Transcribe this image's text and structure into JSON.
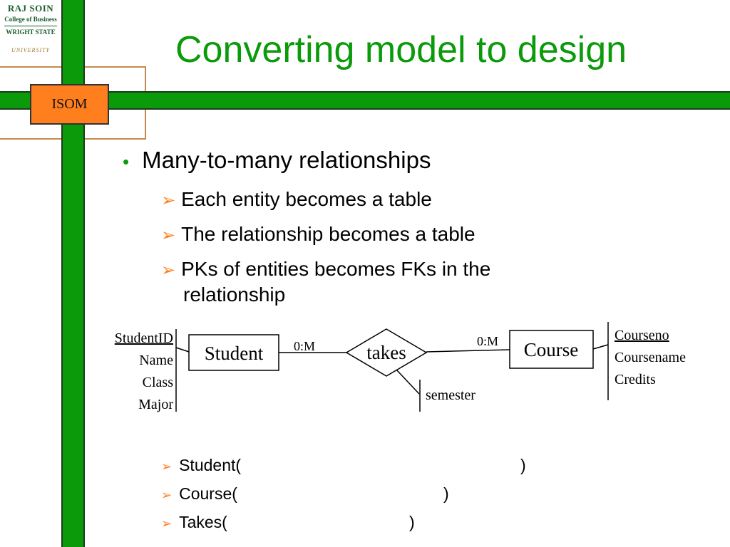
{
  "logo": {
    "line1": "RAJ SOIN",
    "line2": "College of Business",
    "line3": "WRIGHT STATE",
    "line4": "UNIVERSITY"
  },
  "frame": {
    "label": "ISOM"
  },
  "slide": {
    "title": "Converting model to design",
    "bullet": "Many-to-many relationships",
    "subbullets": [
      "Each entity becomes a table",
      "The relationship becomes a table",
      "PKs of entities becomes FKs in the",
      "relationship"
    ]
  },
  "erd": {
    "student_attrs": [
      "StudentID",
      "Name",
      "Class",
      "Major"
    ],
    "entity_left": "Student",
    "rel": "takes",
    "entity_right": "Course",
    "card_left": "0:M",
    "card_right": "0:M",
    "rel_attr": "semester",
    "course_attrs": [
      "Courseno",
      "Coursename",
      "Credits"
    ]
  },
  "schemas": [
    {
      "label": "Student(",
      "close": ")"
    },
    {
      "label": "Course(",
      "close": ")"
    },
    {
      "label": "Takes(",
      "close": ")"
    }
  ],
  "colors": {
    "green": "#0a9a0a",
    "orange": "#ff7f1f"
  }
}
